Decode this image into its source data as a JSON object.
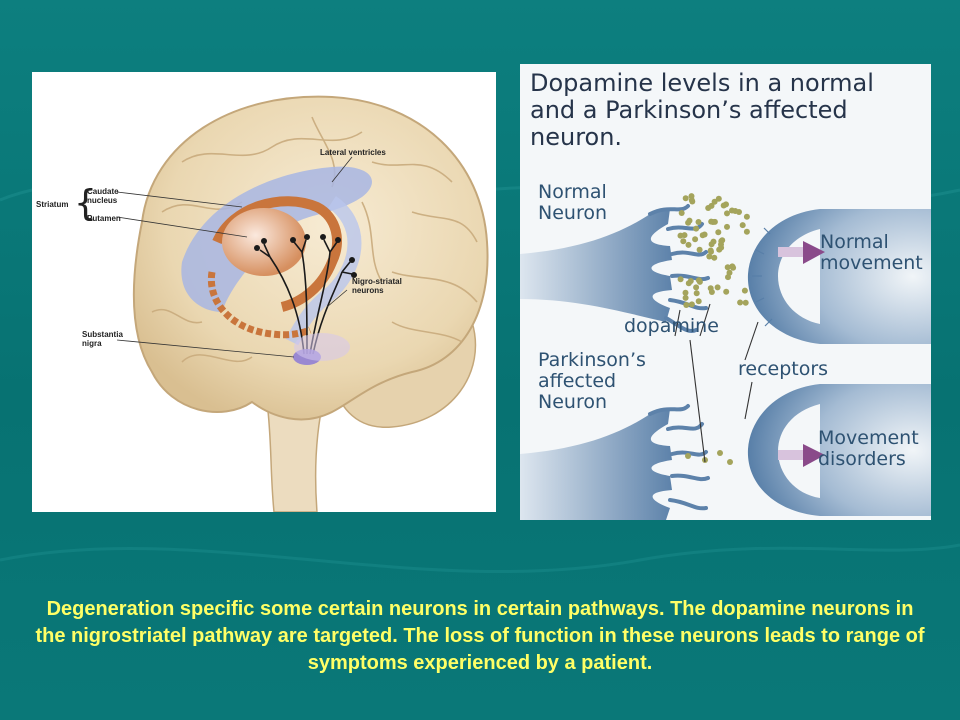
{
  "brain_figure": {
    "labels": {
      "lateral_ventricles": "Lateral ventricles",
      "striatum": "Striatum",
      "caudate_nucleus_line1": "Caudate",
      "caudate_nucleus_line2": "nucleus",
      "putamen": "Putamen",
      "nigro_striatal_line1": "Nigro-striatal",
      "nigro_striatal_line2": "neurons",
      "substantia_nigra_line1": "Substantia",
      "substantia_nigra_line2": "nigra"
    }
  },
  "neuron_figure": {
    "title": "Dopamine levels in a normal and a Parkinson’s affected neuron.",
    "labels": {
      "normal_neuron_line1": "Normal",
      "normal_neuron_line2": "Neuron",
      "normal_movement_line1": "Normal",
      "normal_movement_line2": "movement",
      "dopamine": "dopamine",
      "receptors": "receptors",
      "pd_neuron_line1": "Parkinson’s",
      "pd_neuron_line2": "affected",
      "pd_neuron_line3": "Neuron",
      "movement_disorders_line1": "Movement",
      "movement_disorders_line2": "disorders"
    },
    "colors": {
      "neuron": "#6f93b8",
      "dopamine": "#a4a45c",
      "arrow": "#8a4a8a"
    }
  },
  "caption": "Degeneration specific some certain neurons in certain pathways. The dopamine neurons in the nigrostriatel pathway are targeted. The loss of function in these neurons leads to range of symptoms experienced by a patient."
}
